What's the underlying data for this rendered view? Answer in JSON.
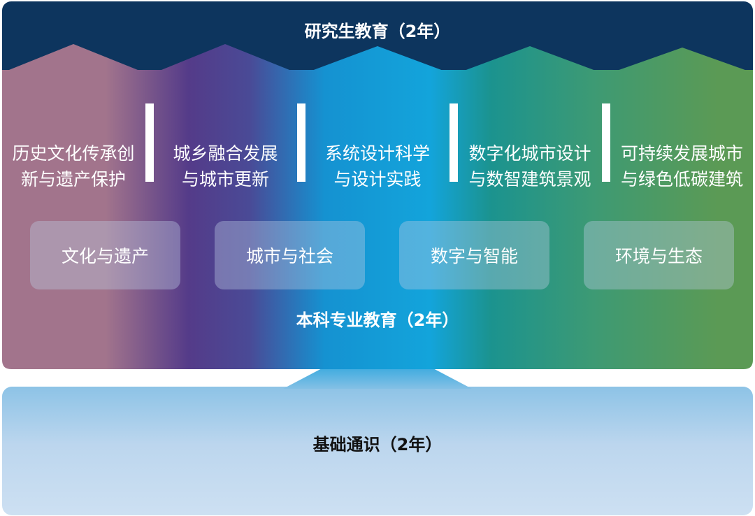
{
  "graduate": {
    "title": "研究生教育（2年）"
  },
  "directions": [
    {
      "line1": "历史文化传承创",
      "line2": "新与遗产保护"
    },
    {
      "line1": "城乡融合发展",
      "line2": "与城市更新"
    },
    {
      "line1": "系统设计科学",
      "line2": "与设计实践"
    },
    {
      "line1": "数字化城市设计",
      "line2": "与数智建筑景观"
    },
    {
      "line1": "可持续发展城市",
      "line2": "与绿色低碳建筑"
    }
  ],
  "categories": [
    {
      "label": "文化与遗产"
    },
    {
      "label": "城市与社会"
    },
    {
      "label": "数字与智能"
    },
    {
      "label": "环境与生态"
    }
  ],
  "undergraduate": {
    "title": "本科专业教育（2年）"
  },
  "foundation": {
    "title": "基础通识（2年）"
  },
  "colors": {
    "graduate_band": "#0d355e",
    "culture": "#a2748c",
    "urban": "#543b89",
    "design": "#13a4db",
    "digital": "#1b938f",
    "green": "#5b9a55",
    "foundation_top": "#8dc3e6",
    "foundation_bottom": "#c8ddf0"
  }
}
